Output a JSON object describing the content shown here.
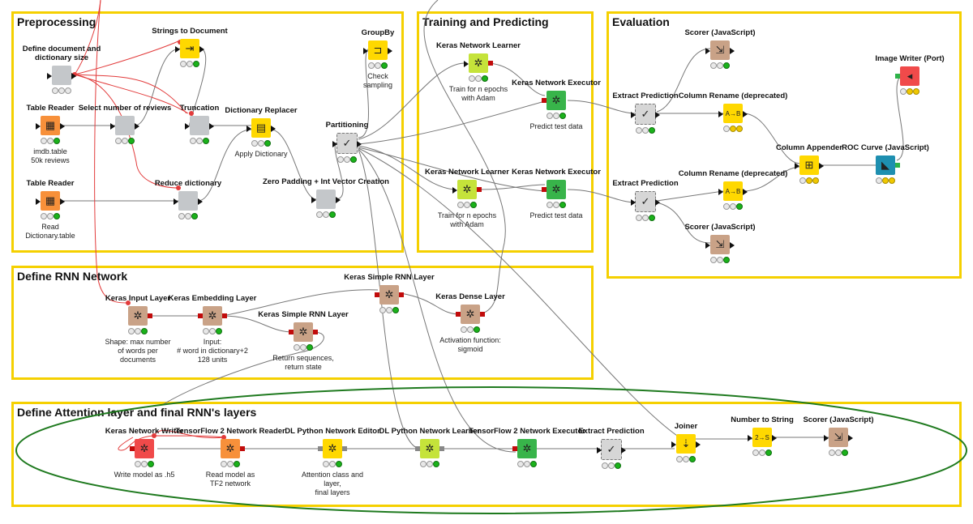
{
  "annotations": [
    {
      "id": "preproc",
      "title": "Preprocessing"
    },
    {
      "id": "train",
      "title": "Training and Predicting"
    },
    {
      "id": "eval",
      "title": "Evaluation"
    },
    {
      "id": "rnn",
      "title": "Define RNN Network"
    },
    {
      "id": "attn",
      "title": "Define Attention layer and final RNN's layers"
    }
  ],
  "nodes": [
    {
      "id": "n_defdoc",
      "name": "Define document and dictionary size",
      "kind": "grey",
      "icon": "",
      "status": [
        "",
        "",
        ""
      ],
      "desc": ""
    },
    {
      "id": "n_strdoc",
      "name": "Strings to Document",
      "kind": "yellow",
      "icon": "⇥",
      "status": [
        "",
        "",
        "green"
      ],
      "desc": ""
    },
    {
      "id": "n_tablereader1",
      "name": "Table Reader",
      "kind": "orange",
      "icon": "▦",
      "status": [
        "",
        "",
        "green"
      ],
      "desc": "imdb.table\n50k reviews"
    },
    {
      "id": "n_selreviews",
      "name": "Select number of reviews",
      "kind": "grey",
      "icon": "",
      "status": [
        "",
        "",
        "green"
      ],
      "desc": ""
    },
    {
      "id": "n_trunc",
      "name": "Truncation",
      "kind": "grey",
      "icon": "",
      "status": [
        "",
        "",
        "green"
      ],
      "desc": ""
    },
    {
      "id": "n_dictrep",
      "name": "Dictionary Replacer",
      "kind": "yellow",
      "icon": "▤",
      "status": [
        "",
        "",
        "green"
      ],
      "desc": "Apply Dictionary"
    },
    {
      "id": "n_tablereader2",
      "name": "Table Reader",
      "kind": "orange",
      "icon": "▦",
      "status": [
        "",
        "",
        "green"
      ],
      "desc": "Read\nDictionary.table"
    },
    {
      "id": "n_reducedict",
      "name": "Reduce dictionary",
      "kind": "grey",
      "icon": "",
      "status": [
        "",
        "",
        "green"
      ],
      "desc": ""
    },
    {
      "id": "n_zeropad",
      "name": "Zero Padding + Int Vector Creation",
      "kind": "grey",
      "icon": "",
      "status": [
        "",
        "",
        "green"
      ],
      "desc": ""
    },
    {
      "id": "n_groupby",
      "name": "GroupBy",
      "kind": "yellow",
      "icon": "⊐",
      "status": [
        "",
        "",
        "green"
      ],
      "desc": "Check\nsampling"
    },
    {
      "id": "n_partition",
      "name": "Partitioning",
      "kind": "partition",
      "icon": "✓",
      "status": [
        "",
        "",
        "green"
      ],
      "desc": ""
    },
    {
      "id": "n_knl1",
      "name": "Keras Network Learner",
      "kind": "lime",
      "icon": "✲",
      "status": [
        "",
        "",
        "green"
      ],
      "desc": "Train for n epochs\nwith Adam"
    },
    {
      "id": "n_kne1",
      "name": "Keras Network Executor",
      "kind": "green",
      "icon": "✲",
      "status": [
        "",
        "",
        "green"
      ],
      "desc": "Predict test data"
    },
    {
      "id": "n_knl2",
      "name": "Keras Network Learner",
      "kind": "lime",
      "icon": "✲",
      "status": [
        "",
        "",
        "green"
      ],
      "desc": "Train for n epochs\nwith Adam"
    },
    {
      "id": "n_kne2",
      "name": "Keras Network Executor",
      "kind": "green",
      "icon": "✲",
      "status": [
        "",
        "",
        "green"
      ],
      "desc": "Predict test data"
    },
    {
      "id": "n_scorer1",
      "name": "Scorer (JavaScript)",
      "kind": "tan",
      "icon": "⇲",
      "status": [
        "",
        "",
        "green"
      ],
      "desc": ""
    },
    {
      "id": "n_imgwriter",
      "name": "Image Writer (Port)",
      "kind": "red",
      "icon": "◂",
      "status": [
        "",
        "yellow",
        "yellow"
      ],
      "desc": ""
    },
    {
      "id": "n_extract1",
      "name": "Extract Prediction",
      "kind": "partition",
      "icon": "✓",
      "status": [
        "",
        "",
        "green"
      ],
      "desc": ""
    },
    {
      "id": "n_colren1",
      "name": "Column Rename (deprecated)",
      "kind": "yellow",
      "icon": "A→B",
      "status": [
        "",
        "yellow",
        "yellow"
      ],
      "desc": ""
    },
    {
      "id": "n_colapp",
      "name": "Column Appender",
      "kind": "yellow",
      "icon": "⊞",
      "status": [
        "",
        "yellow",
        "yellow"
      ],
      "desc": ""
    },
    {
      "id": "n_roc",
      "name": "ROC Curve (JavaScript)",
      "kind": "teal",
      "icon": "◣",
      "status": [
        "",
        "yellow",
        "yellow"
      ],
      "desc": ""
    },
    {
      "id": "n_extract2",
      "name": "Extract Prediction",
      "kind": "partition",
      "icon": "✓",
      "status": [
        "",
        "",
        "green"
      ],
      "desc": ""
    },
    {
      "id": "n_colren2",
      "name": "Column Rename (deprecated)",
      "kind": "yellow",
      "icon": "A→B",
      "status": [
        "",
        "",
        "green"
      ],
      "desc": ""
    },
    {
      "id": "n_scorer2",
      "name": "Scorer (JavaScript)",
      "kind": "tan",
      "icon": "⇲",
      "status": [
        "",
        "",
        "green"
      ],
      "desc": ""
    },
    {
      "id": "n_kinput",
      "name": "Keras Input Layer",
      "kind": "tan",
      "icon": "✲",
      "status": [
        "",
        "",
        "green"
      ],
      "desc": "Shape: max number\nof words per\ndocuments"
    },
    {
      "id": "n_kembed",
      "name": "Keras Embedding Layer",
      "kind": "tan",
      "icon": "✲",
      "status": [
        "",
        "",
        "green"
      ],
      "desc": "Input:\n# word in dictionary+2\n128 units"
    },
    {
      "id": "n_ksrnn1",
      "name": "Keras Simple RNN Layer",
      "kind": "tan",
      "icon": "✲",
      "status": [
        "",
        "",
        "green"
      ],
      "desc": "Return sequences,\nreturn state"
    },
    {
      "id": "n_ksrnn2",
      "name": "Keras Simple RNN Layer",
      "kind": "tan",
      "icon": "✲",
      "status": [
        "",
        "",
        "green"
      ],
      "desc": ""
    },
    {
      "id": "n_kdense",
      "name": "Keras Dense Layer",
      "kind": "tan",
      "icon": "✲",
      "status": [
        "",
        "",
        "green"
      ],
      "desc": "Activation function:\nsigmoid"
    },
    {
      "id": "n_knw",
      "name": "Keras Network Writer",
      "kind": "red",
      "icon": "✲",
      "status": [
        "",
        "",
        "green"
      ],
      "desc": "Write model as .h5"
    },
    {
      "id": "n_tf2reader",
      "name": "TensorFlow 2 Network Reader",
      "kind": "orange",
      "icon": "✲",
      "status": [
        "",
        "",
        "green"
      ],
      "desc": "Read model as\nTF2 network"
    },
    {
      "id": "n_dlpe",
      "name": "DL Python Network Editor",
      "kind": "yellow",
      "icon": "✲",
      "status": [
        "",
        "",
        "green"
      ],
      "desc": "Attention class and layer,\nfinal layers"
    },
    {
      "id": "n_dlpl",
      "name": "DL Python Network Learner",
      "kind": "lime",
      "icon": "✲",
      "status": [
        "",
        "",
        "green"
      ],
      "desc": ""
    },
    {
      "id": "n_tf2exec",
      "name": "TensorFlow 2 Network Executor",
      "kind": "green",
      "icon": "✲",
      "status": [
        "",
        "",
        "green"
      ],
      "desc": ""
    },
    {
      "id": "n_extract3",
      "name": "Extract Prediction",
      "kind": "partition",
      "icon": "✓",
      "status": [
        "",
        "",
        "green"
      ],
      "desc": ""
    },
    {
      "id": "n_joiner",
      "name": "Joiner",
      "kind": "yellow",
      "icon": "⇣",
      "status": [
        "",
        "",
        "green"
      ],
      "desc": ""
    },
    {
      "id": "n_num2str",
      "name": "Number to String",
      "kind": "yellow",
      "icon": "2→S",
      "status": [
        "",
        "",
        "green"
      ],
      "desc": ""
    },
    {
      "id": "n_scorer3",
      "name": "Scorer (JavaScript)",
      "kind": "tan",
      "icon": "⇲",
      "status": [
        "",
        "",
        "green"
      ],
      "desc": ""
    }
  ],
  "colors": {
    "annotation_border": "#f5d000",
    "ellipse": "#1f7a1f",
    "flow_var": "#e23b3b",
    "connection": "#777777",
    "grey": "#c4c7ca",
    "yellow": "#ffd800",
    "orange": "#f7903a",
    "tan": "#c9a287",
    "lime": "#c5e33a",
    "green": "#38b44a",
    "teal": "#1e8fb0",
    "red": "#f04a4a",
    "partition": "#d6d6d6"
  }
}
